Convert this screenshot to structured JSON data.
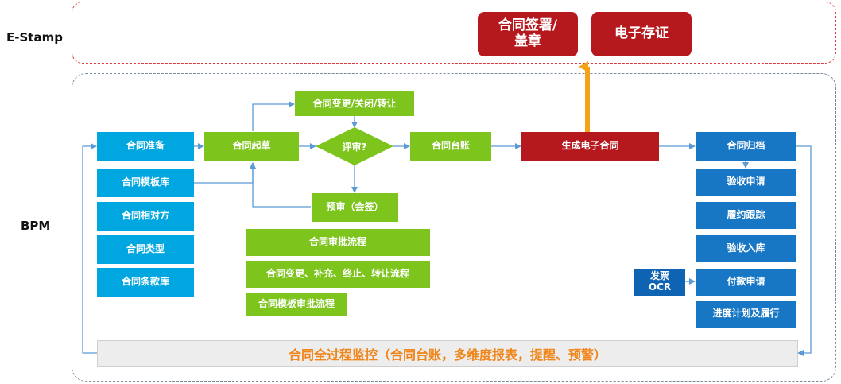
{
  "lanes": {
    "estamp": "E-Stamp",
    "bpm": "BPM"
  },
  "estamp_boxes": {
    "sign_seal": "合同签署/\n盖章",
    "e_evidence": "电子存证"
  },
  "left_column": [
    "合同准备",
    "合同模板库",
    "合同相对方",
    "合同类型",
    "合同条款库"
  ],
  "flow": {
    "draft": "合同起草",
    "change": "合同变更/关闭/转让",
    "review": "评审?",
    "ledger": "合同台账",
    "generate": "生成电子合同",
    "prereview": "预审（会签）"
  },
  "processes": [
    "合同审批流程",
    "合同变更、补充、终止、转让流程",
    "合同模板审批流程"
  ],
  "right_column": [
    "合同归档",
    "验收申请",
    "履约跟踪",
    "验收入库",
    "付款申请",
    "进度计划及履行"
  ],
  "ocr": "发票\nOCR",
  "monitor": "合同全过程监控（合同台账，多维度报表，提醒、预警）",
  "colors": {
    "light_blue": "#00a6e0",
    "green": "#7dc41d",
    "dark_blue": "#1877c4",
    "red": "#b5181d",
    "orange": "#f08519"
  }
}
